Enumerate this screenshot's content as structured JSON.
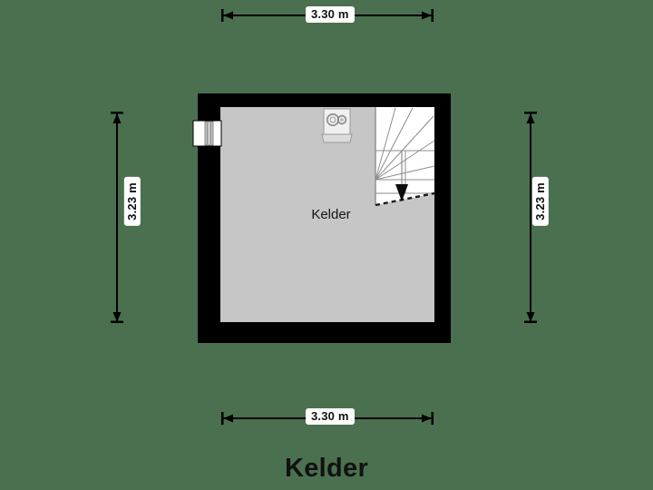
{
  "title": "Kelder",
  "colors": {
    "background": "#4a7050",
    "wall": "#000000",
    "floor": "#c6c6c6",
    "stair_fill": "#ffffff",
    "stair_line": "#8c8c8c",
    "dimension_line": "#000000",
    "label_background": "#ffffff",
    "text": "#111111"
  },
  "room": {
    "label": "Kelder",
    "name": "kelder-room"
  },
  "dimensions": {
    "top": {
      "value": "3.30 m",
      "orientation": "horizontal"
    },
    "bottom": {
      "value": "3.30 m",
      "orientation": "horizontal"
    },
    "left": {
      "value": "3.23 m",
      "orientation": "vertical"
    },
    "right": {
      "value": "3.23 m",
      "orientation": "vertical"
    }
  },
  "fixtures": {
    "window": {
      "name": "window-left-wall"
    },
    "appliance": {
      "name": "boiler-appliance"
    },
    "staircase": {
      "name": "winder-staircase",
      "direction": "down"
    }
  }
}
